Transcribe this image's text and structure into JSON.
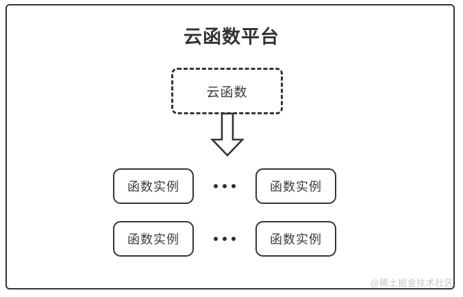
{
  "diagram": {
    "title": "云函数平台",
    "stroke_color": "#333333",
    "background_color": "#ffffff",
    "function_node": {
      "label": "云函数",
      "border_style": "dashed"
    },
    "arrow": {
      "name": "down-block-arrow",
      "direction": "down"
    },
    "instance_rows": [
      {
        "left_label": "函数实例",
        "ellipsis": "•••",
        "right_label": "函数实例"
      },
      {
        "left_label": "函数实例",
        "ellipsis": "•••",
        "right_label": "函数实例"
      }
    ],
    "watermark": "@稀土掘金技术社区"
  }
}
